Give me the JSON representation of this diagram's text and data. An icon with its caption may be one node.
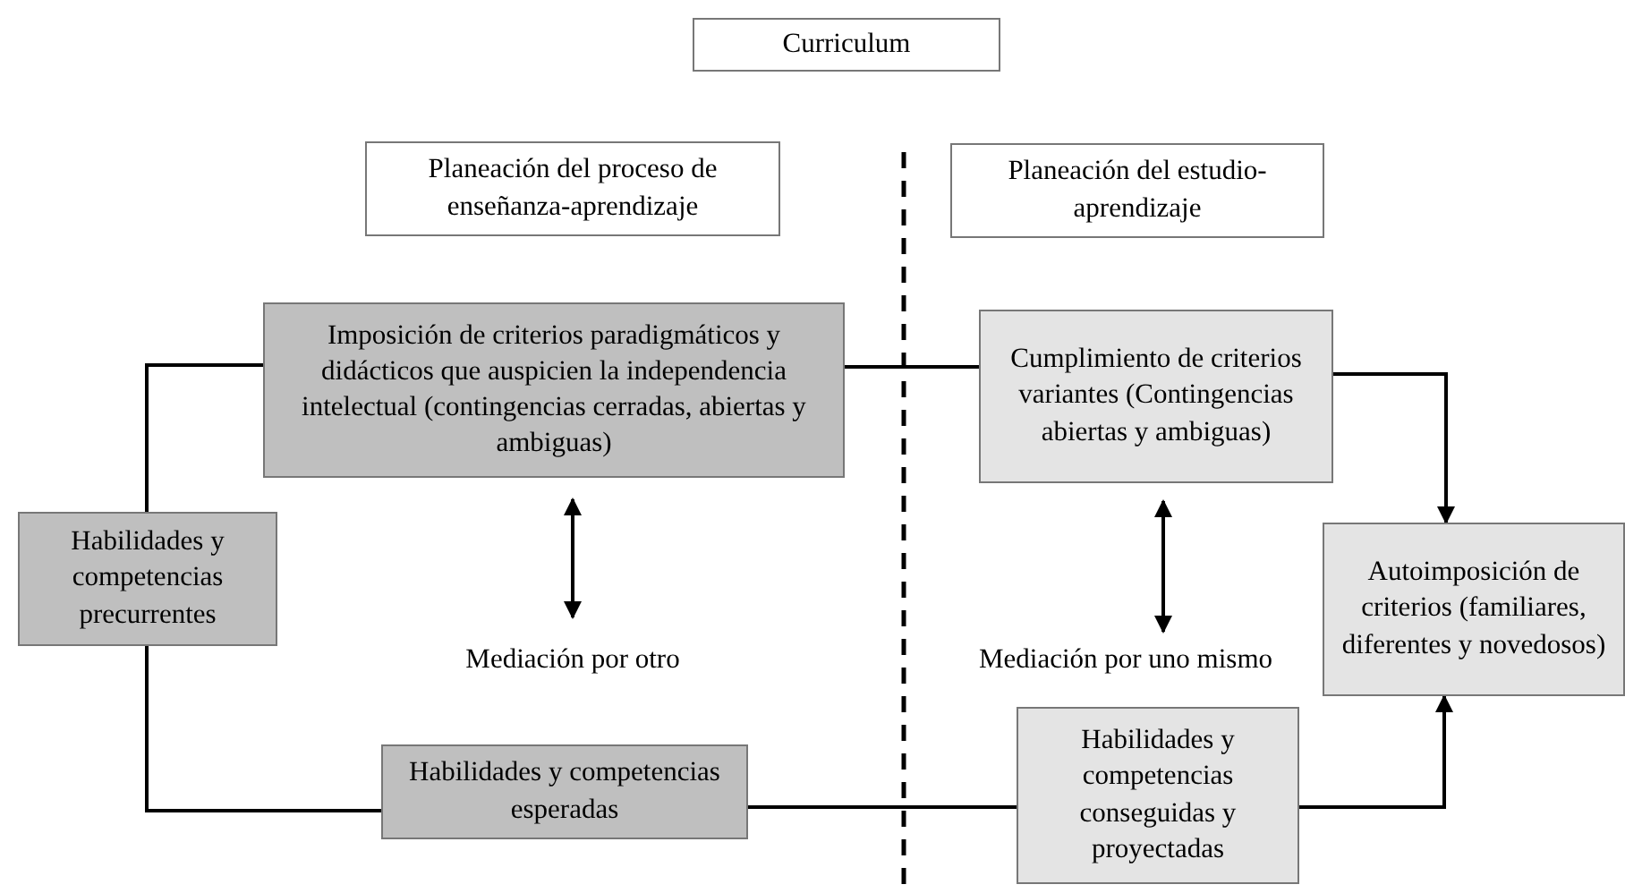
{
  "diagram": {
    "nodes": [
      {
        "text": [
          "Curriculum"
        ]
      },
      {
        "text": [
          "Planeación del proceso de enseñanza-aprendizaje"
        ]
      },
      {
        "text": [
          "Planeación del estudio-aprendizaje"
        ]
      },
      {
        "text": [
          "Imposición de criterios paradigmáticos y didácticos que auspicien la independencia intelectual (contingencias cerradas, abiertas y ambiguas)"
        ]
      },
      {
        "text": [
          "Cumplimiento de criterios variantes (Contingencias abiertas y ambiguas)"
        ]
      },
      {
        "text": [
          "Habilidades y competencias precurrentes"
        ]
      },
      {
        "text": [
          "Mediación por otro"
        ]
      },
      {
        "text": [
          "Mediación por uno mismo"
        ]
      },
      {
        "text": [
          "Autoimposición de criterios (familiares, diferentes y novedosos)"
        ]
      },
      {
        "text": [
          "Habilidades y competencias esperadas"
        ]
      },
      {
        "text": [
          "Habilidades y competencias conseguidas y proyectadas"
        ]
      }
    ],
    "edges": [
      {
        "from": 5,
        "to": 3,
        "arrow": "none"
      },
      {
        "from": 5,
        "to": 9,
        "arrow": "none"
      },
      {
        "from": 3,
        "to": 4,
        "arrow": "none"
      },
      {
        "from": 9,
        "to": 10,
        "arrow": "none"
      },
      {
        "from": 4,
        "to": 8,
        "arrow": "to"
      },
      {
        "from": 10,
        "to": 8,
        "arrow": "to"
      },
      {
        "from": 3,
        "to": 6,
        "arrow": "both"
      },
      {
        "from": 4,
        "to": 7,
        "arrow": "both"
      }
    ]
  }
}
